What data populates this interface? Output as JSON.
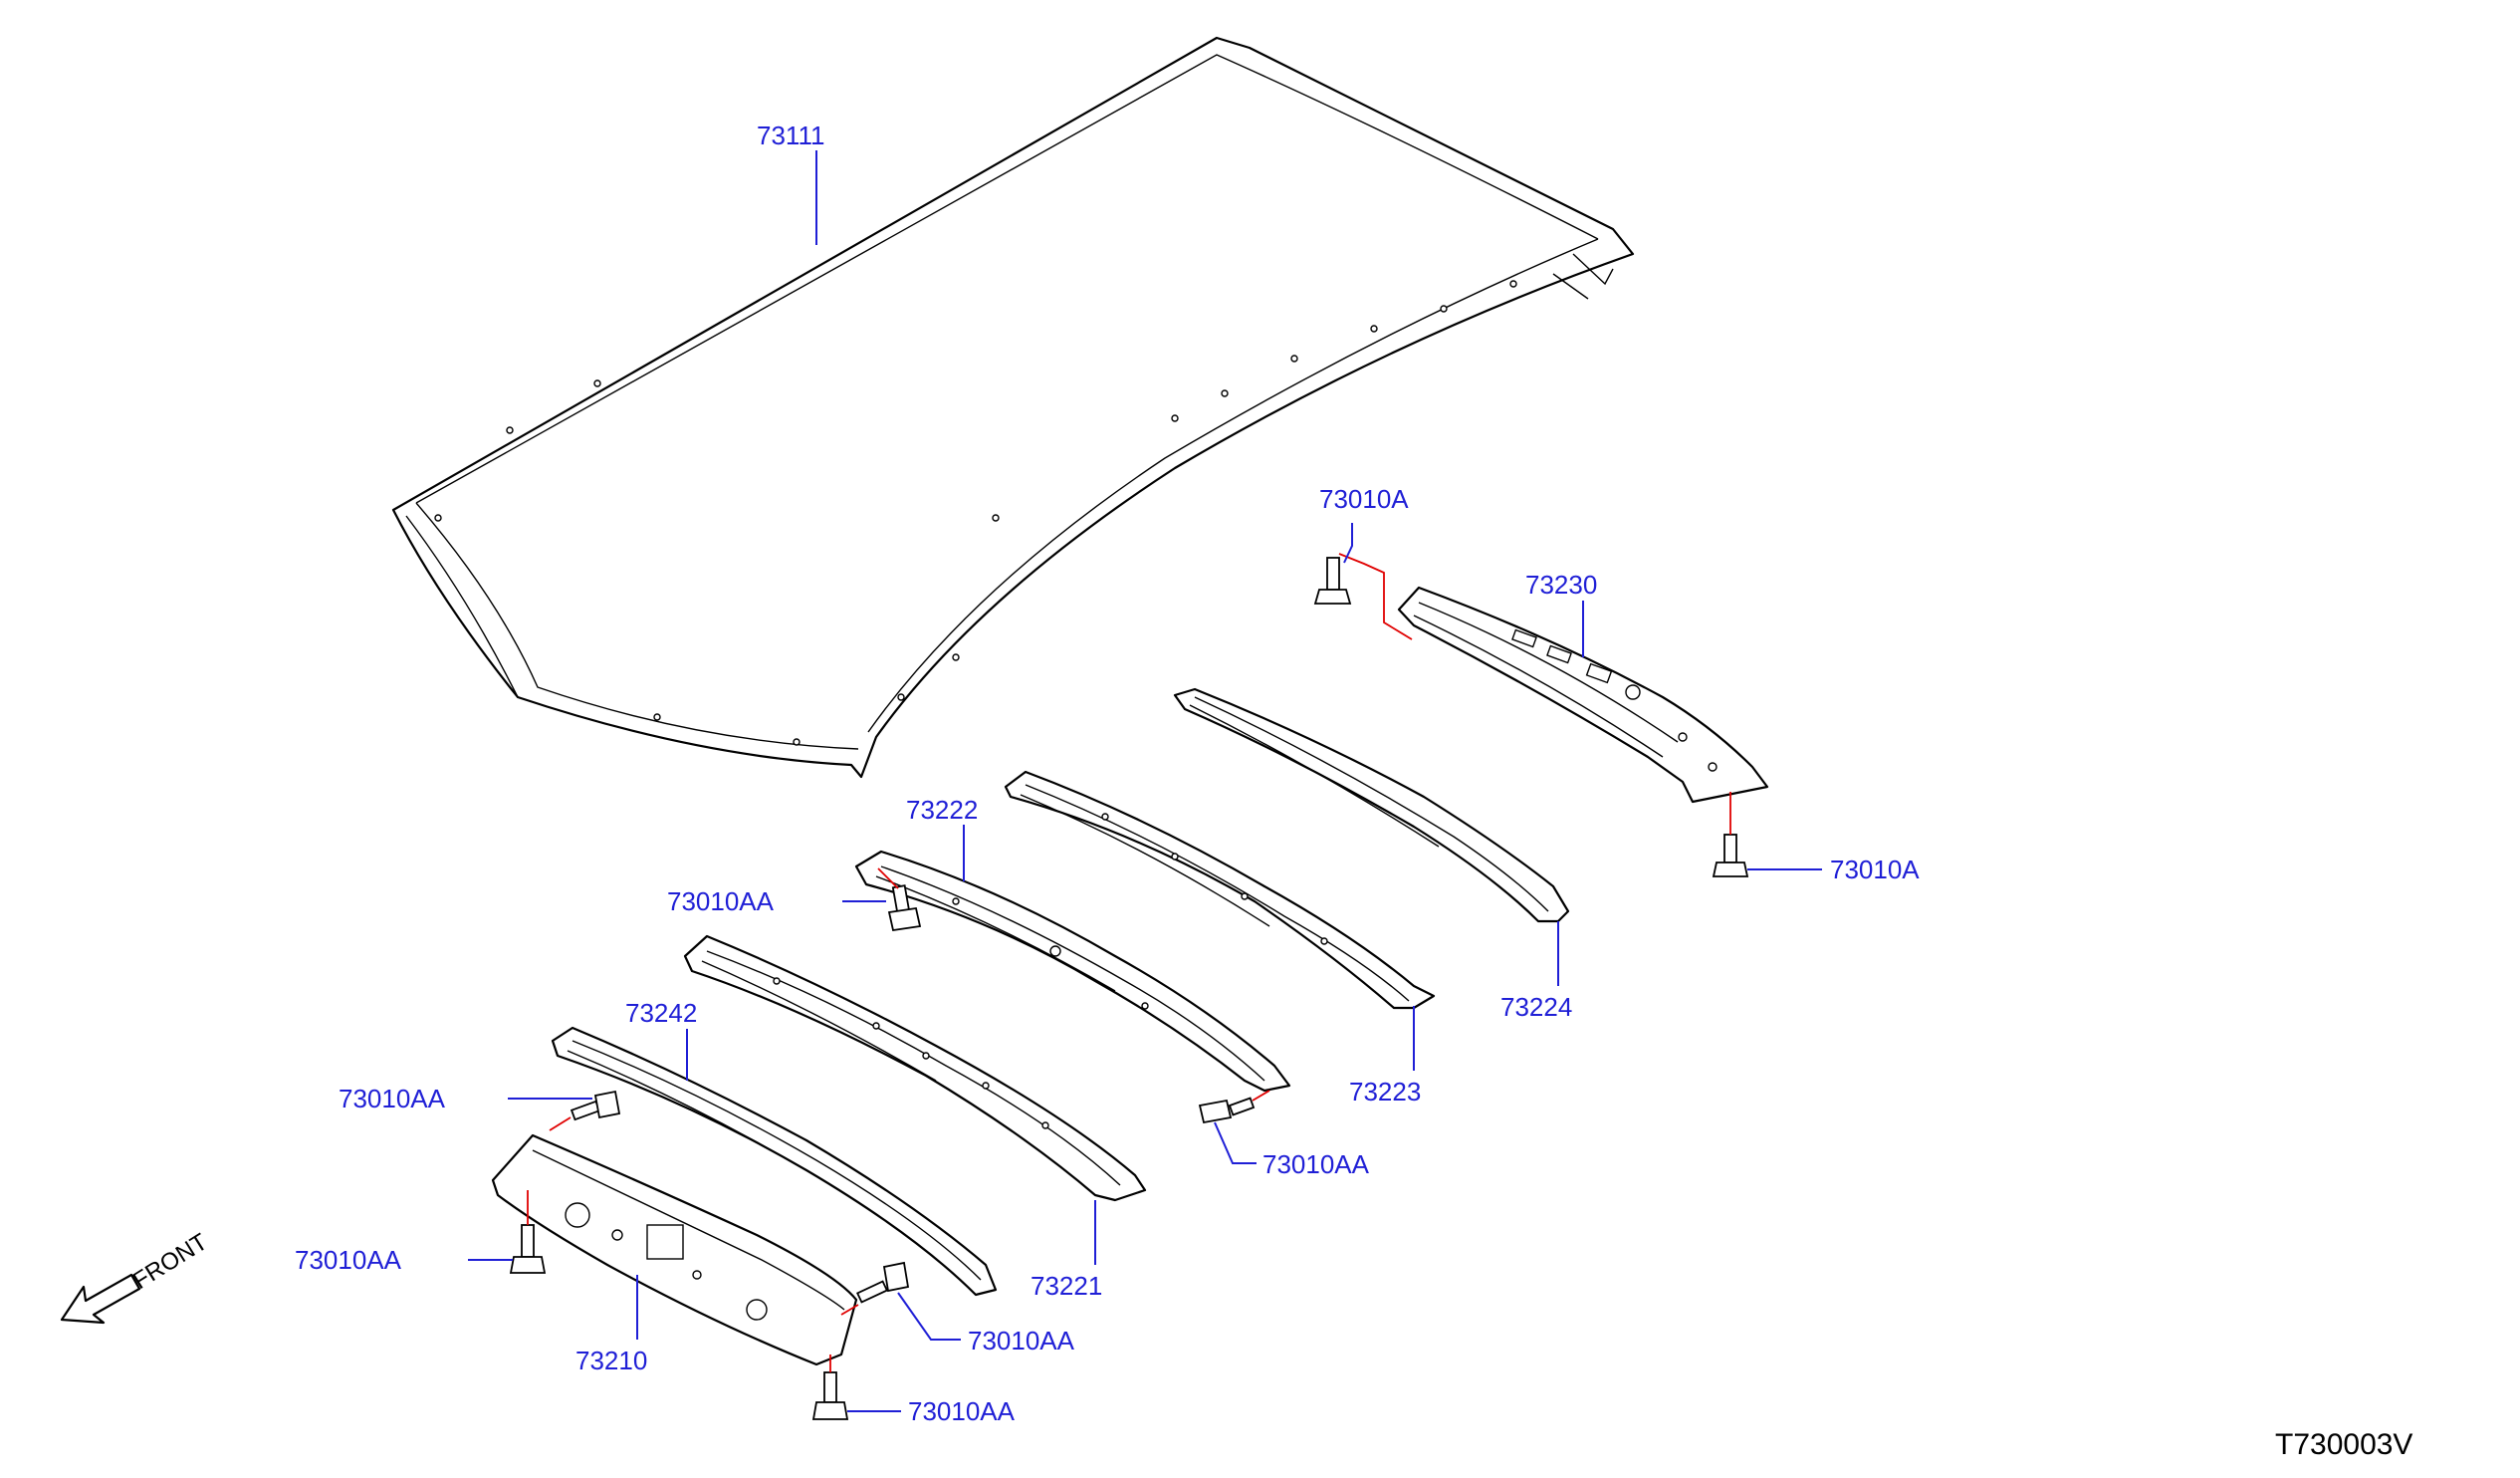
{
  "diagram": {
    "id_code": "T730003V",
    "front_label": "FRONT",
    "colors": {
      "label": "#1f1fd6",
      "leader": "#1f1fd6",
      "callout_red": "#e00000",
      "line_art": "#000000"
    }
  },
  "parts": {
    "roof_panel": "73111",
    "rail_73230": "73230",
    "rail_73224": "73224",
    "rail_73223": "73223",
    "rail_73222": "73222",
    "rail_73221": "73221",
    "rail_73242": "73242",
    "rail_73210": "73210"
  },
  "fasteners": {
    "bolt_a_top": "73010A",
    "bolt_a_right": "73010A",
    "bolt_aa_73222": "73010AA",
    "bolt_aa_73222_end": "73010AA",
    "bolt_aa_left_top": "73010AA",
    "bolt_aa_left_bottom": "73010AA",
    "bolt_aa_right": "73010AA",
    "bolt_aa_bottom": "73010AA"
  }
}
